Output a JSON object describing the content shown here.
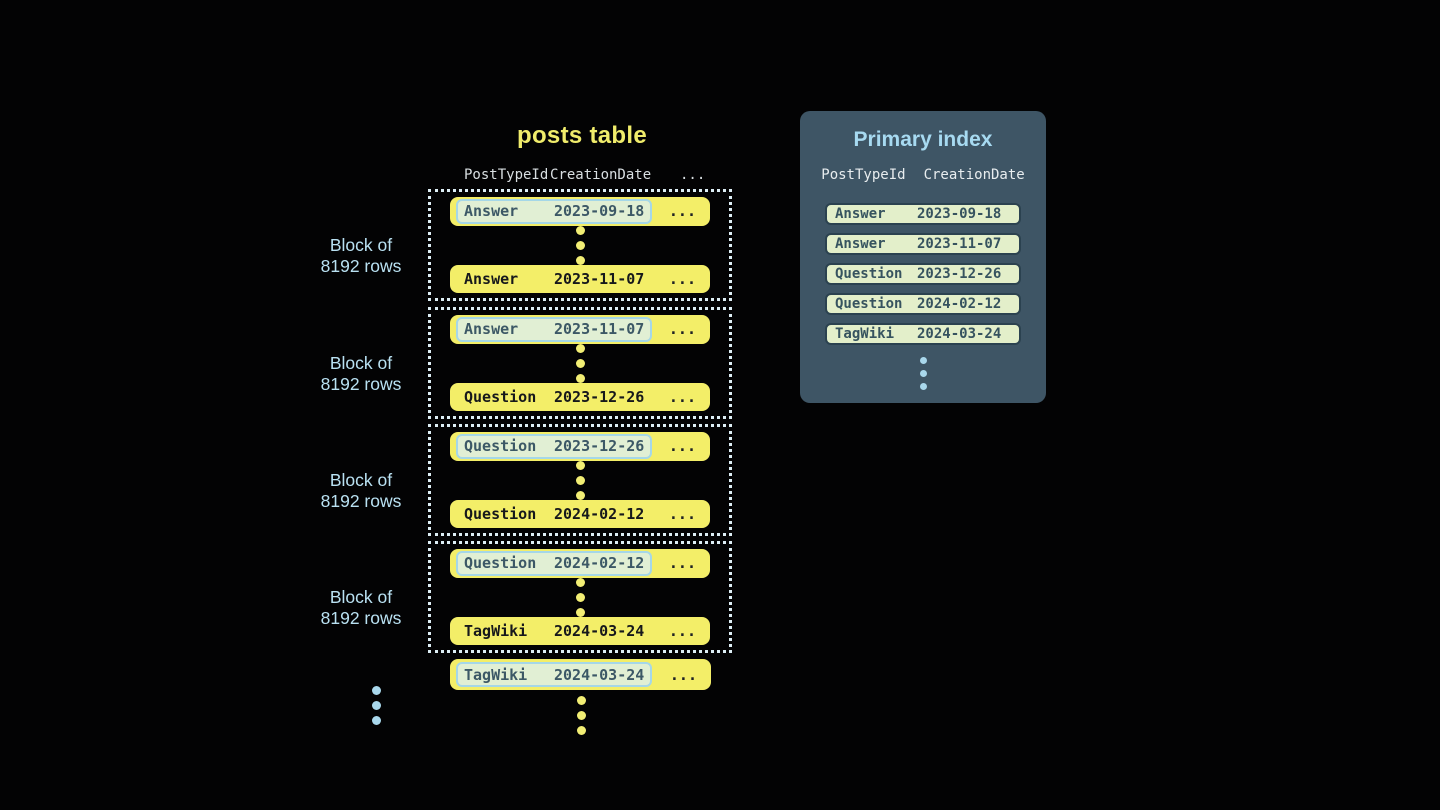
{
  "posts_table": {
    "title": "posts table",
    "header": {
      "col1": "PostTypeId",
      "col2": "CreationDate",
      "more": "..."
    },
    "block_label": {
      "line1": "Block of",
      "line2": "8192 rows"
    },
    "ellipsis": "...",
    "blocks": [
      {
        "first": {
          "type": "Answer",
          "date": "2023-09-18"
        },
        "last": {
          "type": "Answer",
          "date": "2023-11-07"
        }
      },
      {
        "first": {
          "type": "Answer",
          "date": "2023-11-07"
        },
        "last": {
          "type": "Question",
          "date": "2023-12-26"
        }
      },
      {
        "first": {
          "type": "Question",
          "date": "2023-12-26"
        },
        "last": {
          "type": "Question",
          "date": "2024-02-12"
        }
      },
      {
        "first": {
          "type": "Question",
          "date": "2024-02-12"
        },
        "last": {
          "type": "TagWiki",
          "date": "2024-03-24"
        }
      }
    ],
    "trailing_row": {
      "type": "TagWiki",
      "date": "2024-03-24"
    }
  },
  "primary_index": {
    "title": "Primary index",
    "header": {
      "col1": "PostTypeId",
      "col2": "CreationDate"
    },
    "rows": [
      {
        "type": "Answer",
        "date": "2023-09-18"
      },
      {
        "type": "Answer",
        "date": "2023-11-07"
      },
      {
        "type": "Question",
        "date": "2023-12-26"
      },
      {
        "type": "Question",
        "date": "2024-02-12"
      },
      {
        "type": "TagWiki",
        "date": "2024-03-24"
      }
    ]
  },
  "colors": {
    "background": "#030304",
    "row_yellow": "#f3ee68",
    "title_yellow": "#f0ec6b",
    "highlight_bg": "#e1efd4",
    "highlight_border": "#a5d7e8",
    "dotted_border": "#ddeef5",
    "label_blue": "#b9e1f2",
    "accent_blue": "#a9d8ec",
    "panel_bg": "#3e5565",
    "index_row_bg": "#e3efca",
    "index_row_border": "#2b4250"
  }
}
